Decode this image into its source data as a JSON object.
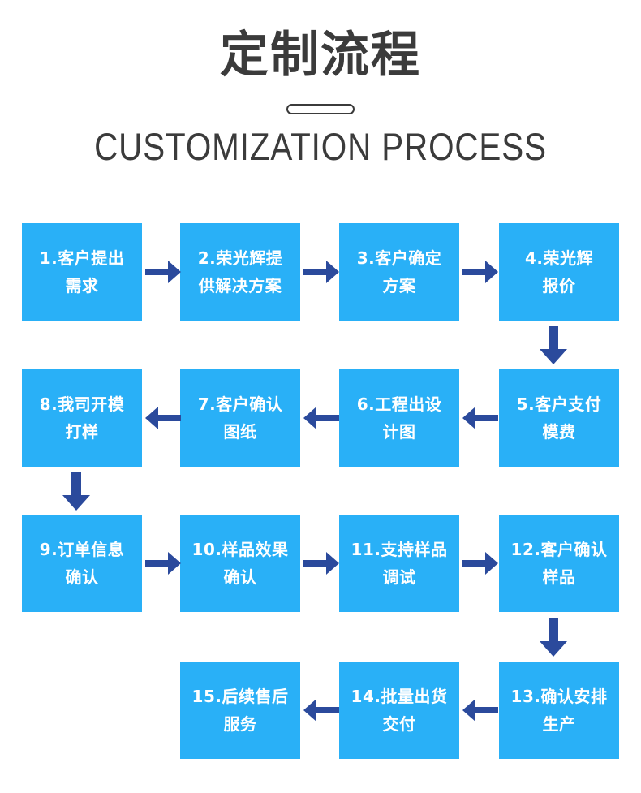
{
  "header": {
    "title_cn": "定制流程",
    "title_en": "CUSTOMIZATION PROCESS",
    "divider": "pill-divider"
  },
  "colors": {
    "box_fill": "#29b0f7",
    "box_text": "#ffffff",
    "arrow": "#2b4a9c",
    "heading_text": "#3b3b3b",
    "background": "#ffffff"
  },
  "flow": {
    "rows": [
      {
        "direction": "left-to-right",
        "steps": [
          {
            "number": "1.",
            "line1": "1.客户提出",
            "line2": "需求"
          },
          {
            "number": "2.",
            "line1": "2.荣光辉提",
            "line2": "供解决方案"
          },
          {
            "number": "3.",
            "line1": "3.客户确定",
            "line2": "方案"
          },
          {
            "number": "4.",
            "line1": "4.荣光辉",
            "line2": "报价"
          }
        ]
      },
      {
        "direction": "right-to-left",
        "steps": [
          {
            "number": "8.",
            "line1": "8.我司开模",
            "line2": "打样"
          },
          {
            "number": "7.",
            "line1": "7.客户确认",
            "line2": "图纸"
          },
          {
            "number": "6.",
            "line1": "6.工程出设",
            "line2": "计图"
          },
          {
            "number": "5.",
            "line1": "5.客户支付",
            "line2": "模费"
          }
        ]
      },
      {
        "direction": "left-to-right",
        "steps": [
          {
            "number": "9.",
            "line1": "9.订单信息",
            "line2": "确认"
          },
          {
            "number": "10.",
            "line1": "10.样品效果",
            "line2": "确认"
          },
          {
            "number": "11.",
            "line1": "11.支持样品",
            "line2": "调试"
          },
          {
            "number": "12.",
            "line1": "12.客户确认",
            "line2": "样品"
          }
        ]
      },
      {
        "direction": "right-to-left",
        "steps": [
          {
            "number": "15.",
            "line1": "15.后续售后",
            "line2": "服务"
          },
          {
            "number": "14.",
            "line1": "14.批量出货",
            "line2": "交付"
          },
          {
            "number": "13.",
            "line1": "13.确认安排",
            "line2": "生产"
          }
        ]
      }
    ],
    "connectors": {
      "row1_arrows": [
        "arrow-right",
        "arrow-right",
        "arrow-right"
      ],
      "row2_arrows": [
        "arrow-left",
        "arrow-left",
        "arrow-left"
      ],
      "row3_arrows": [
        "arrow-right",
        "arrow-right",
        "arrow-right"
      ],
      "row4_arrows": [
        "arrow-left",
        "arrow-left"
      ],
      "vertical_arrows": [
        "arrow-down-after-step-4",
        "arrow-down-after-step-8",
        "arrow-down-after-step-12"
      ]
    }
  }
}
